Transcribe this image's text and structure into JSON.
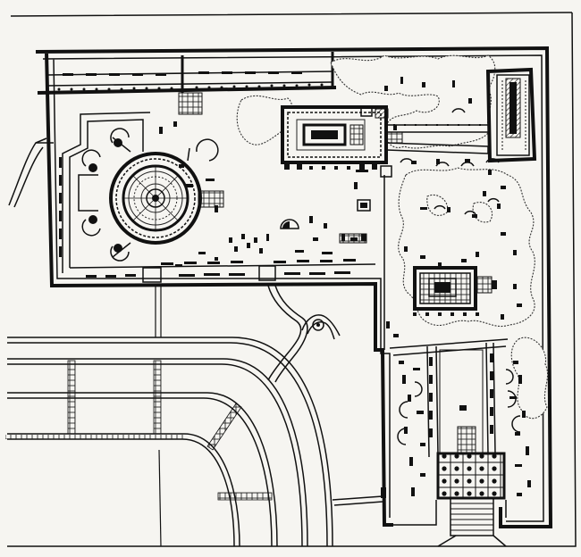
{
  "plan": {
    "colors": {
      "ink": "#111111",
      "paper": "#f6f5f1",
      "foliage_outline": "#333333"
    },
    "features": [
      "outer-enclosure-wall",
      "north-terrace",
      "rotunda-complex",
      "north-temple-with-colonnade",
      "east-stoa",
      "central-temple",
      "monumental-stair-approach",
      "oval-circus-track",
      "winding-path",
      "wooded-grove"
    ]
  }
}
